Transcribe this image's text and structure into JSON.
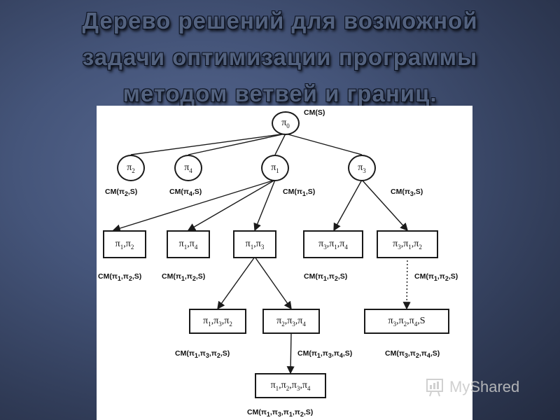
{
  "title": {
    "line1": "Дерево решений для возможной",
    "line2": "задачи оптимизации программы",
    "line3": "методом ветвей и границ."
  },
  "tree": {
    "nodes": [
      {
        "id": "root",
        "label": "π0",
        "shape": "circle"
      },
      {
        "id": "n2",
        "label": "π2",
        "shape": "circle"
      },
      {
        "id": "n4",
        "label": "π4",
        "shape": "circle"
      },
      {
        "id": "n1",
        "label": "π1",
        "shape": "circle"
      },
      {
        "id": "n3",
        "label": "π3",
        "shape": "circle"
      },
      {
        "id": "n12",
        "label": "π1,π2",
        "shape": "box"
      },
      {
        "id": "n14",
        "label": "π1,π4",
        "shape": "box"
      },
      {
        "id": "n13",
        "label": "π1,π3",
        "shape": "box"
      },
      {
        "id": "n314",
        "label": "π3,π1,π4",
        "shape": "box"
      },
      {
        "id": "n312",
        "label": "π3,π1,π2",
        "shape": "box"
      },
      {
        "id": "n132",
        "label": "π1,π3,π2",
        "shape": "box"
      },
      {
        "id": "n234",
        "label": "π2,π3,π4",
        "shape": "box"
      },
      {
        "id": "n324s",
        "label": "π3,π2,π4,S",
        "shape": "box"
      },
      {
        "id": "n1234",
        "label": "π1,π2,π3,π4",
        "shape": "box"
      }
    ],
    "labels": [
      "CM(S)",
      "CM(π2,S)",
      "CM(π4,S)",
      "CM(π1,S)",
      "CM(π3,S)",
      "CM(π1,π2,S)",
      "CM(π1,π2,S)",
      "CM(π1,π2,S)",
      "CM(π1,π2,S)",
      "CM(π1,π3,π2,S)",
      "CM(π1,π3,π4,S)",
      "CM(π3,π2,π4,S)",
      "CM(π1,π3,π1,π2,S)"
    ],
    "edges": [
      [
        "root",
        "n2"
      ],
      [
        "root",
        "n4"
      ],
      [
        "root",
        "n1"
      ],
      [
        "root",
        "n3"
      ],
      [
        "n1",
        "n12"
      ],
      [
        "n1",
        "n14"
      ],
      [
        "n1",
        "n13"
      ],
      [
        "n3",
        "n314"
      ],
      [
        "n3",
        "n312"
      ],
      [
        "n13",
        "n132"
      ],
      [
        "n13",
        "n234"
      ],
      [
        "n312",
        "n324s"
      ],
      [
        "n234",
        "n1234"
      ]
    ]
  },
  "watermark": {
    "text": "MyShared",
    "icon": "myshared-logo-icon"
  }
}
